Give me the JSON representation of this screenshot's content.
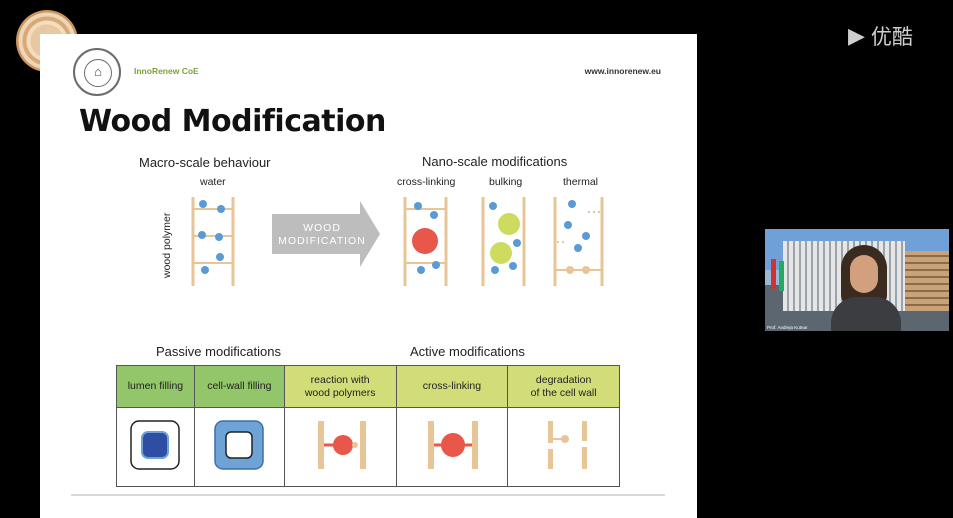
{
  "watermark": {
    "text": "优酷"
  },
  "slide": {
    "org": "InnoRenew CoE",
    "url": "www.innorenew.eu",
    "title": "Wood Modification",
    "macro_label": "Macro-scale behaviour",
    "nano_label": "Nano-scale modifications",
    "water_label": "water",
    "wood_polymer_label": "wood polymer",
    "arrow_text": [
      "WOOD",
      "MODIFICATION"
    ],
    "nano_columns": [
      "cross-linking",
      "bulking",
      "thermal"
    ],
    "passive_label": "Passive modifications",
    "active_label": "Active modifications",
    "table_headers": [
      {
        "text": "lumen filling",
        "color": "#93c56a"
      },
      {
        "text": "cell-wall filling",
        "color": "#93c56a"
      },
      {
        "text": "reaction with\nwood polymers",
        "color": "#d2dd7a"
      },
      {
        "text": "cross-linking",
        "color": "#d2dd7a"
      },
      {
        "text": "degradation\nof the cell wall",
        "color": "#d2dd7a"
      }
    ],
    "table_icons": [
      "lumen-filling-icon",
      "cell-wall-filling-icon",
      "polymer-reaction-icon",
      "cross-linking-icon",
      "cell-wall-degradation-icon"
    ]
  },
  "video": {
    "name": "Prof. Andreja Kutnar"
  },
  "colors": {
    "polymer": "#e8c596",
    "water": "#5b9bd5",
    "crosslink": "#e8574a",
    "bulking": "#cddc5e",
    "arrow": "#bdbdbd",
    "lumen": "#2e4ea3",
    "cellwall": "#6ea3d8"
  }
}
